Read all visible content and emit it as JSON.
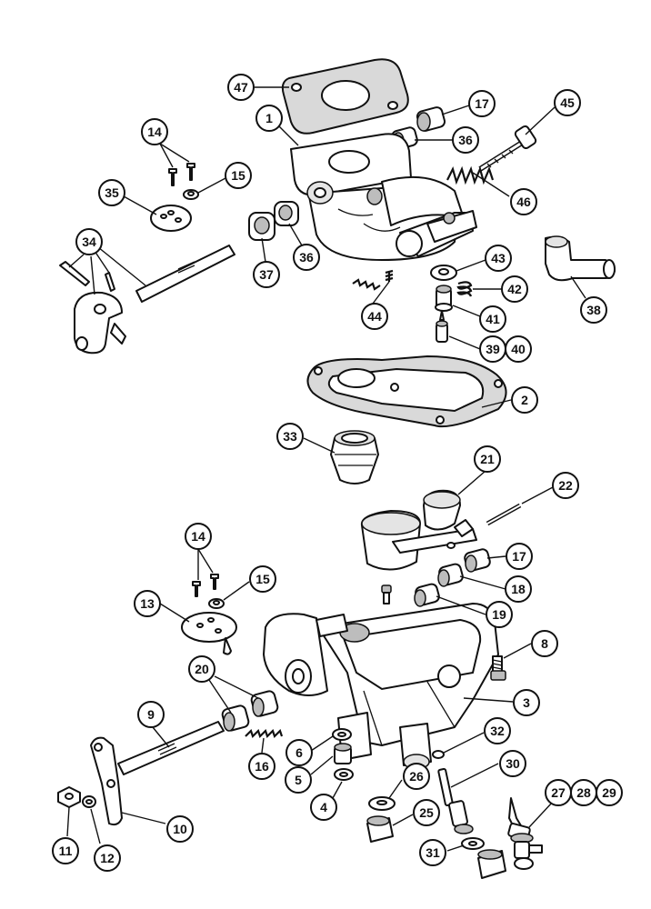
{
  "callouts": [
    {
      "id": "c47",
      "label": "47"
    },
    {
      "id": "c17a",
      "label": "17"
    },
    {
      "id": "c45",
      "label": "45"
    },
    {
      "id": "c1",
      "label": "1"
    },
    {
      "id": "c36a",
      "label": "36"
    },
    {
      "id": "c14a",
      "label": "14"
    },
    {
      "id": "c15a",
      "label": "15"
    },
    {
      "id": "c46",
      "label": "46"
    },
    {
      "id": "c35",
      "label": "35"
    },
    {
      "id": "c34",
      "label": "34"
    },
    {
      "id": "c37",
      "label": "37"
    },
    {
      "id": "c36b",
      "label": "36"
    },
    {
      "id": "c43",
      "label": "43"
    },
    {
      "id": "c42",
      "label": "42"
    },
    {
      "id": "c38",
      "label": "38"
    },
    {
      "id": "c41",
      "label": "41"
    },
    {
      "id": "c44",
      "label": "44"
    },
    {
      "id": "c39",
      "label": "39"
    },
    {
      "id": "c40",
      "label": "40"
    },
    {
      "id": "c2",
      "label": "2"
    },
    {
      "id": "c33",
      "label": "33"
    },
    {
      "id": "c21",
      "label": "21"
    },
    {
      "id": "c22",
      "label": "22"
    },
    {
      "id": "c14b",
      "label": "14"
    },
    {
      "id": "c17b",
      "label": "17"
    },
    {
      "id": "c15b",
      "label": "15"
    },
    {
      "id": "c18",
      "label": "18"
    },
    {
      "id": "c13",
      "label": "13"
    },
    {
      "id": "c19",
      "label": "19"
    },
    {
      "id": "c8",
      "label": "8"
    },
    {
      "id": "c20",
      "label": "20"
    },
    {
      "id": "c3",
      "label": "3"
    },
    {
      "id": "c9",
      "label": "9"
    },
    {
      "id": "c32",
      "label": "32"
    },
    {
      "id": "c6",
      "label": "6"
    },
    {
      "id": "c16",
      "label": "16"
    },
    {
      "id": "c30",
      "label": "30"
    },
    {
      "id": "c5",
      "label": "5"
    },
    {
      "id": "c26",
      "label": "26"
    },
    {
      "id": "c27",
      "label": "27"
    },
    {
      "id": "c28",
      "label": "28"
    },
    {
      "id": "c29",
      "label": "29"
    },
    {
      "id": "c4",
      "label": "4"
    },
    {
      "id": "c25",
      "label": "25"
    },
    {
      "id": "c10",
      "label": "10"
    },
    {
      "id": "c31",
      "label": "31"
    },
    {
      "id": "c11",
      "label": "11"
    },
    {
      "id": "c12",
      "label": "12"
    }
  ]
}
